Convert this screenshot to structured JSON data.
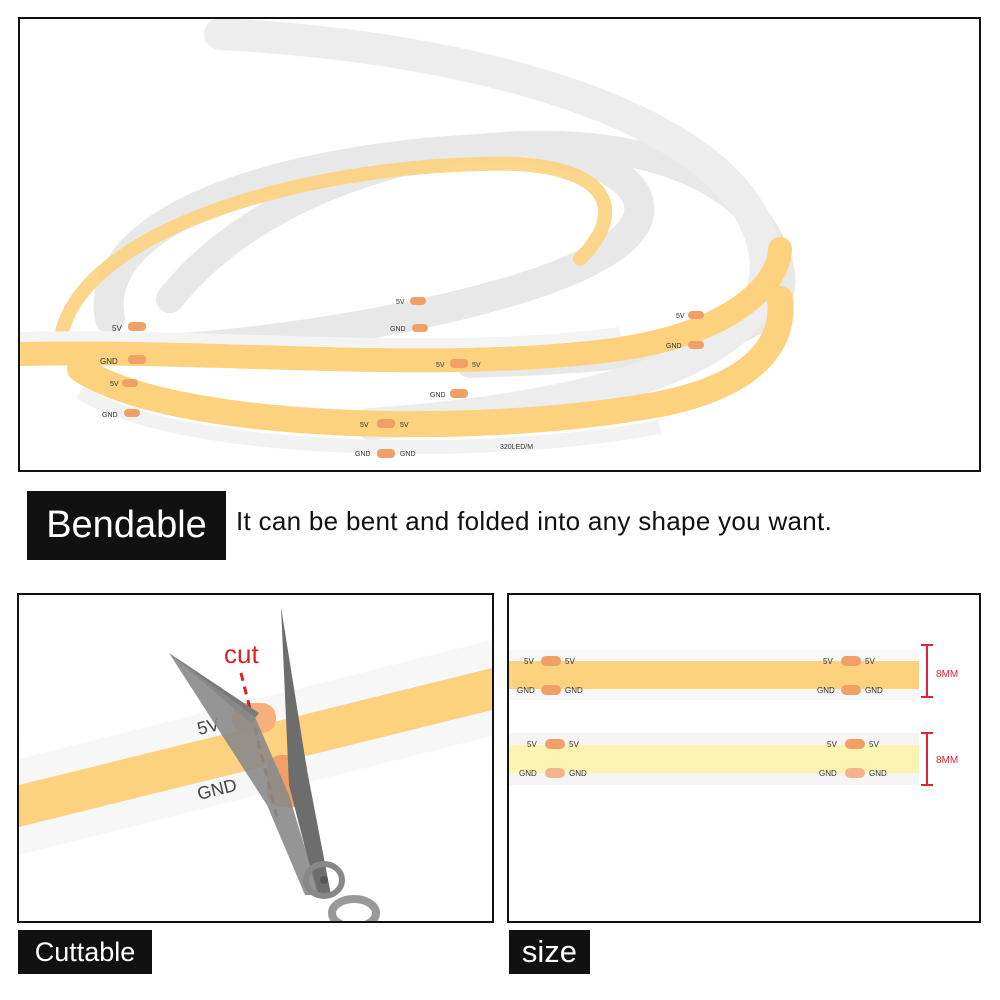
{
  "bendable": {
    "label": "Bendable",
    "description": "It can be bent and folded into any shape you want."
  },
  "strip_print": {
    "positive": "5V",
    "ground": "GND",
    "density": "320LED/M"
  },
  "cut_panel": {
    "cut_text": "cut",
    "pad_top": "5V",
    "pad_bottom": "GND",
    "label": "Cuttable"
  },
  "size_panel": {
    "label": "size",
    "strip_warm": {
      "width_label": "8MM",
      "color": "#fcd27e"
    },
    "strip_white": {
      "width_label": "8MM",
      "color": "#fdf4b4"
    },
    "pad_5v": "5V",
    "pad_gnd": "GND"
  },
  "colors": {
    "strip_glow": "#fcd27e",
    "pad_copper": "#f0a066",
    "dim_line": "#e0223a",
    "cut_text": "#e02020"
  }
}
